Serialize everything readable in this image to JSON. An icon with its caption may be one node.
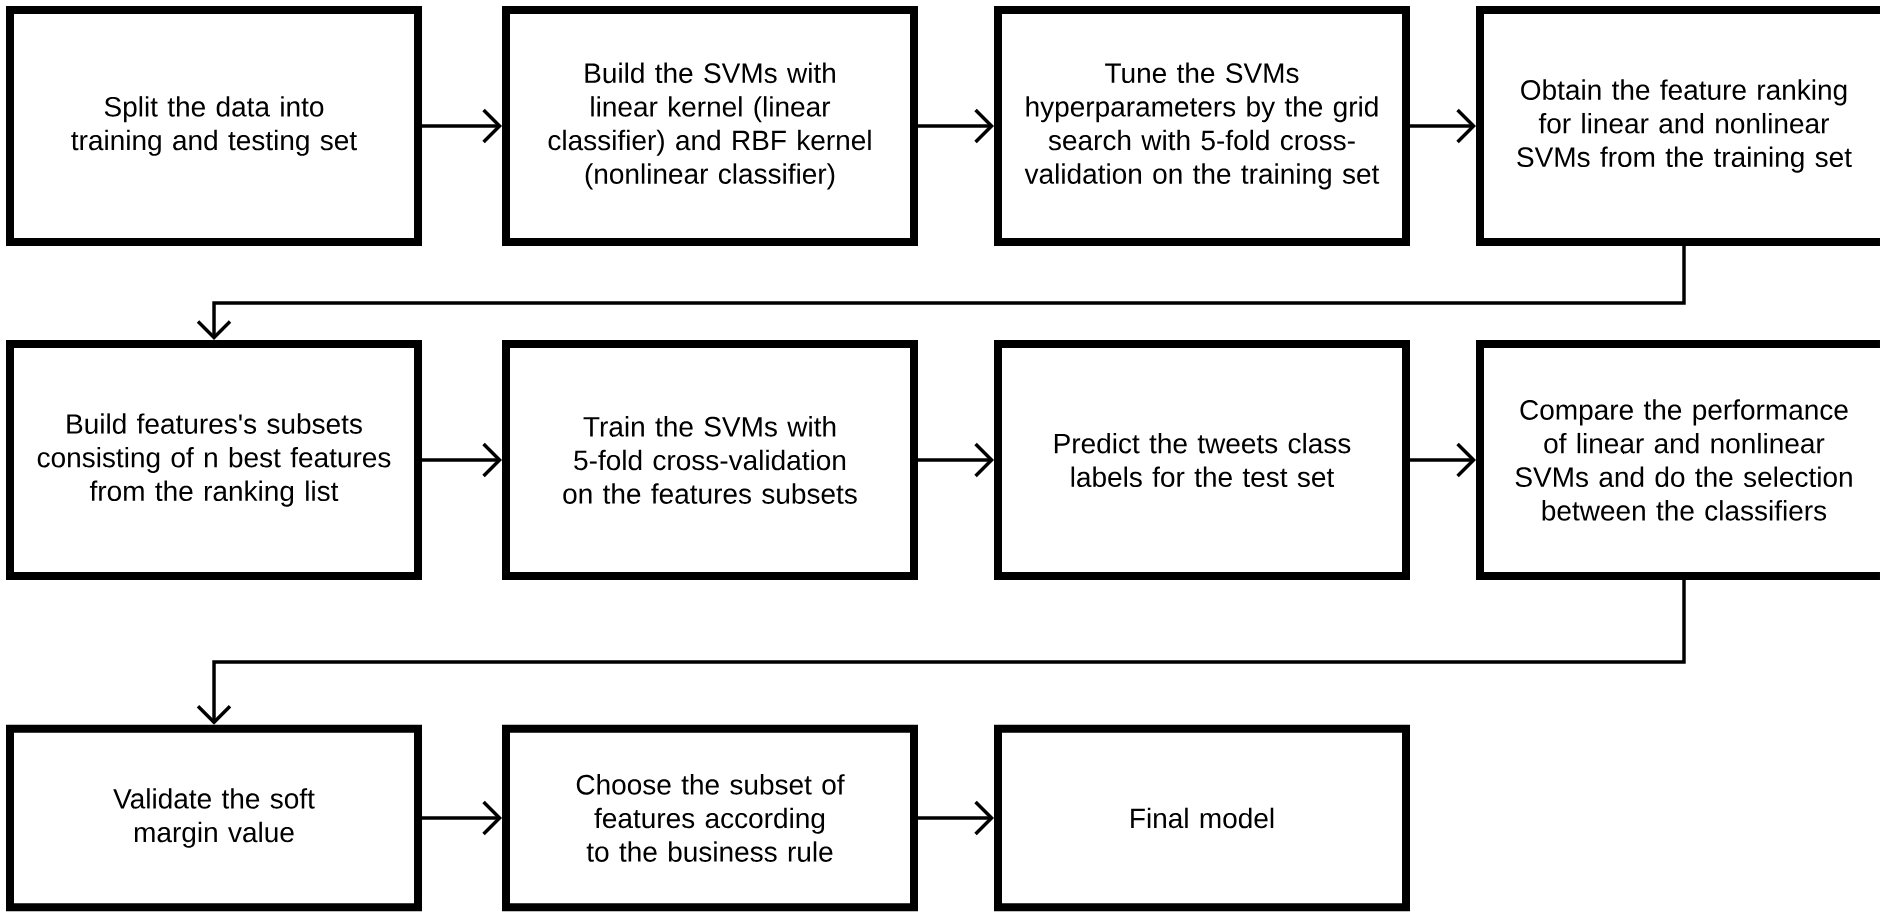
{
  "diagram": {
    "nodes": [
      {
        "text": [
          "Split the data into training and testing set"
        ]
      },
      {
        "text": [
          "Build the SVMs with linear kernel (linear classifier) and RBF kernel (nonlinear classifier)"
        ]
      },
      {
        "text": [
          "Tune the SVMs hyperparameters by the grid search with 5-fold cross-validation on the training set"
        ]
      },
      {
        "text": [
          "Obtain the feature ranking for linear and nonlinear SVMs from the training set"
        ]
      },
      {
        "text": [
          "Build features's subsets consisting of n best features from the ranking list"
        ]
      },
      {
        "text": [
          "Train the SVMs with 5-fold cross-validation on the features subsets"
        ]
      },
      {
        "text": [
          "Predict the tweets class labels for the test set"
        ]
      },
      {
        "text": [
          "Compare the performance of linear and nonlinear SVMs and do the selection between the classifiers"
        ]
      },
      {
        "text": [
          "Validate the soft margin value"
        ]
      },
      {
        "text": [
          "Choose the subset of features according to the business rule"
        ]
      },
      {
        "text": [
          "Final model"
        ]
      }
    ],
    "edges": [
      {
        "from": 0,
        "to": 1,
        "arrow": "to"
      },
      {
        "from": 1,
        "to": 2,
        "arrow": "to"
      },
      {
        "from": 2,
        "to": 3,
        "arrow": "to"
      },
      {
        "from": 3,
        "to": 4,
        "arrow": "to"
      },
      {
        "from": 4,
        "to": 5,
        "arrow": "to"
      },
      {
        "from": 5,
        "to": 6,
        "arrow": "to"
      },
      {
        "from": 6,
        "to": 7,
        "arrow": "to"
      },
      {
        "from": 7,
        "to": 8,
        "arrow": "to"
      },
      {
        "from": 8,
        "to": 9,
        "arrow": "to"
      },
      {
        "from": 9,
        "to": 10,
        "arrow": "to"
      }
    ]
  }
}
